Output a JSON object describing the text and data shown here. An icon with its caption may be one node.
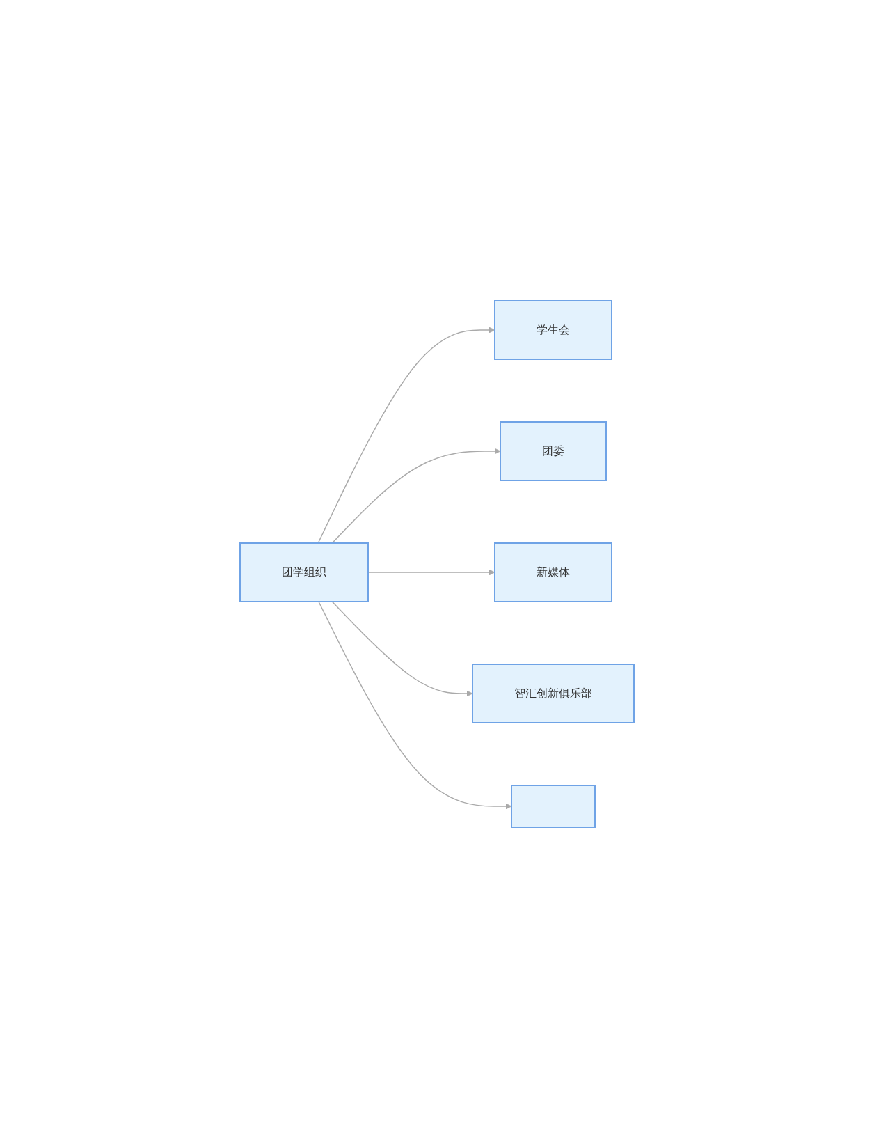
{
  "diagram": {
    "nodes": [
      {
        "text": [
          "团学组织"
        ]
      },
      {
        "text": [
          "学生会"
        ]
      },
      {
        "text": [
          "团委"
        ]
      },
      {
        "text": [
          "新媒体"
        ]
      },
      {
        "text": [
          "智汇创新俱乐部"
        ]
      },
      {
        "text": [],
        "shape": "box"
      }
    ],
    "edges": [
      {
        "from": 0,
        "to": 1,
        "arrow": "to"
      },
      {
        "from": 0,
        "to": 2,
        "arrow": "to"
      },
      {
        "from": 0,
        "to": 3,
        "arrow": "to"
      },
      {
        "from": 0,
        "to": 4,
        "arrow": "to"
      },
      {
        "from": 0,
        "to": 5,
        "arrow": "to"
      }
    ]
  }
}
